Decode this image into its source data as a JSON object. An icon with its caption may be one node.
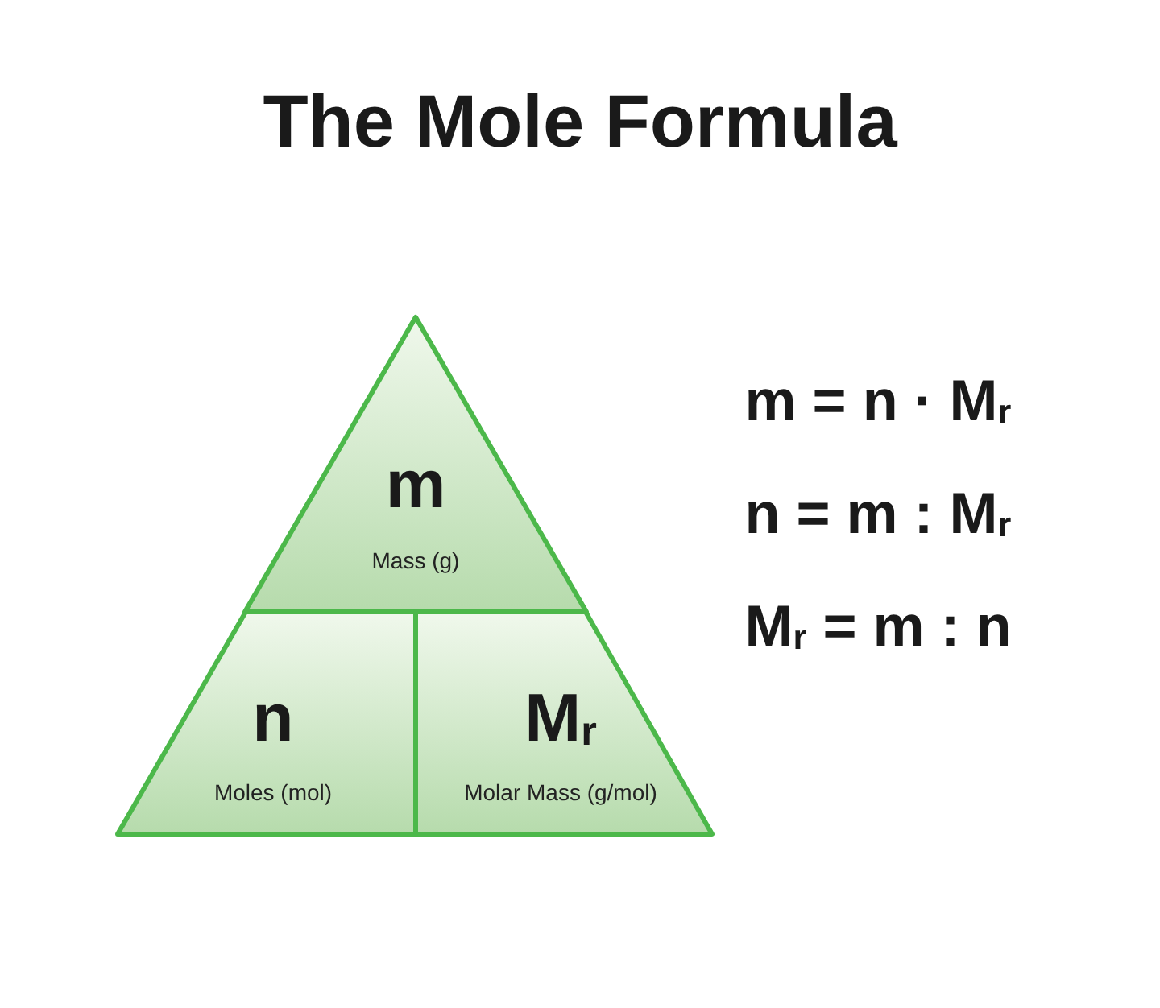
{
  "diagram": {
    "title": "The Mole Formula",
    "nodes": [
      {
        "text": [
          "m",
          "Mass (g)"
        ]
      },
      {
        "text": [
          "n",
          "Moles (mol)"
        ]
      },
      {
        "text": [
          "M$_{r}$",
          "Molar Mass (g/mol)"
        ]
      }
    ],
    "labels": [
      "m = n · M$_{r}$",
      "n = m : M$_{r}$",
      "M$_{r}$ = m : n"
    ]
  }
}
